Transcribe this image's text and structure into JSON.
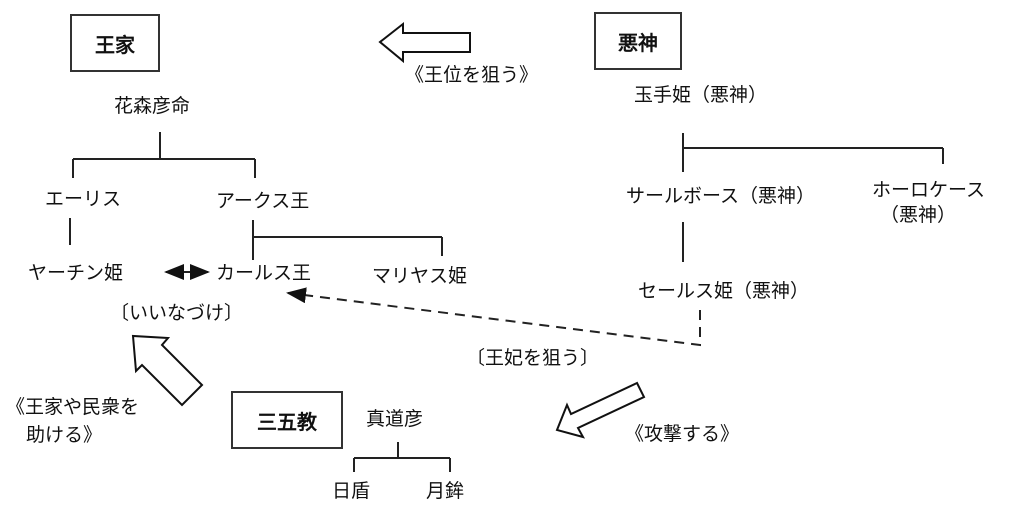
{
  "groups": {
    "royal": "王家",
    "evil_gods": "悪神",
    "sangokyo": "三五教"
  },
  "royal_family": {
    "founder": "花森彦命",
    "eris": "エーリス",
    "arcus": "アークス王",
    "yachin": "ヤーチン姫",
    "karls": "カールス王",
    "mariyas": "マリヤス姫",
    "engagement_label": "〔いいなづけ〕"
  },
  "evil_family": {
    "tamate": "玉手姫（悪神）",
    "sarbos": "サールボース（悪神）",
    "horokes_line1": "ホーロケース",
    "horokes_line2": "（悪神）",
    "sers": "セールス姫（悪神）"
  },
  "sangokyo_family": {
    "founder": "真道彦",
    "child1": "日盾",
    "child2": "月鉾"
  },
  "relations": {
    "target_throne": "《王位を狙う》",
    "target_queen": "〔王妃を狙う〕",
    "help_line1": "《王家や民衆を",
    "help_line2": "助ける》",
    "attack": "《攻撃する》"
  }
}
